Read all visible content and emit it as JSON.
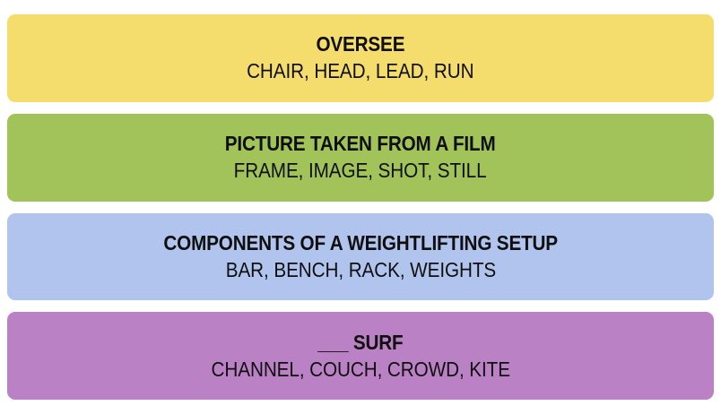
{
  "board": {
    "background_color": "#ffffff",
    "text_color": "#0f0f0f",
    "groups": [
      {
        "id": "group-yellow",
        "color": "#f5dd6d",
        "title": "OVERSEE",
        "members": "CHAIR, HEAD, LEAD, RUN"
      },
      {
        "id": "group-green",
        "color": "#a1c35a",
        "title": "PICTURE TAKEN FROM A FILM",
        "members": "FRAME, IMAGE, SHOT, STILL"
      },
      {
        "id": "group-blue",
        "color": "#b1c4ee",
        "title": "COMPONENTS OF A WEIGHTLIFTING SETUP",
        "members": "BAR, BENCH, RACK, WEIGHTS"
      },
      {
        "id": "group-purple",
        "color": "#ba81c5",
        "title": "___ SURF",
        "members": "CHANNEL, COUCH, CROWD, KITE"
      }
    ]
  }
}
